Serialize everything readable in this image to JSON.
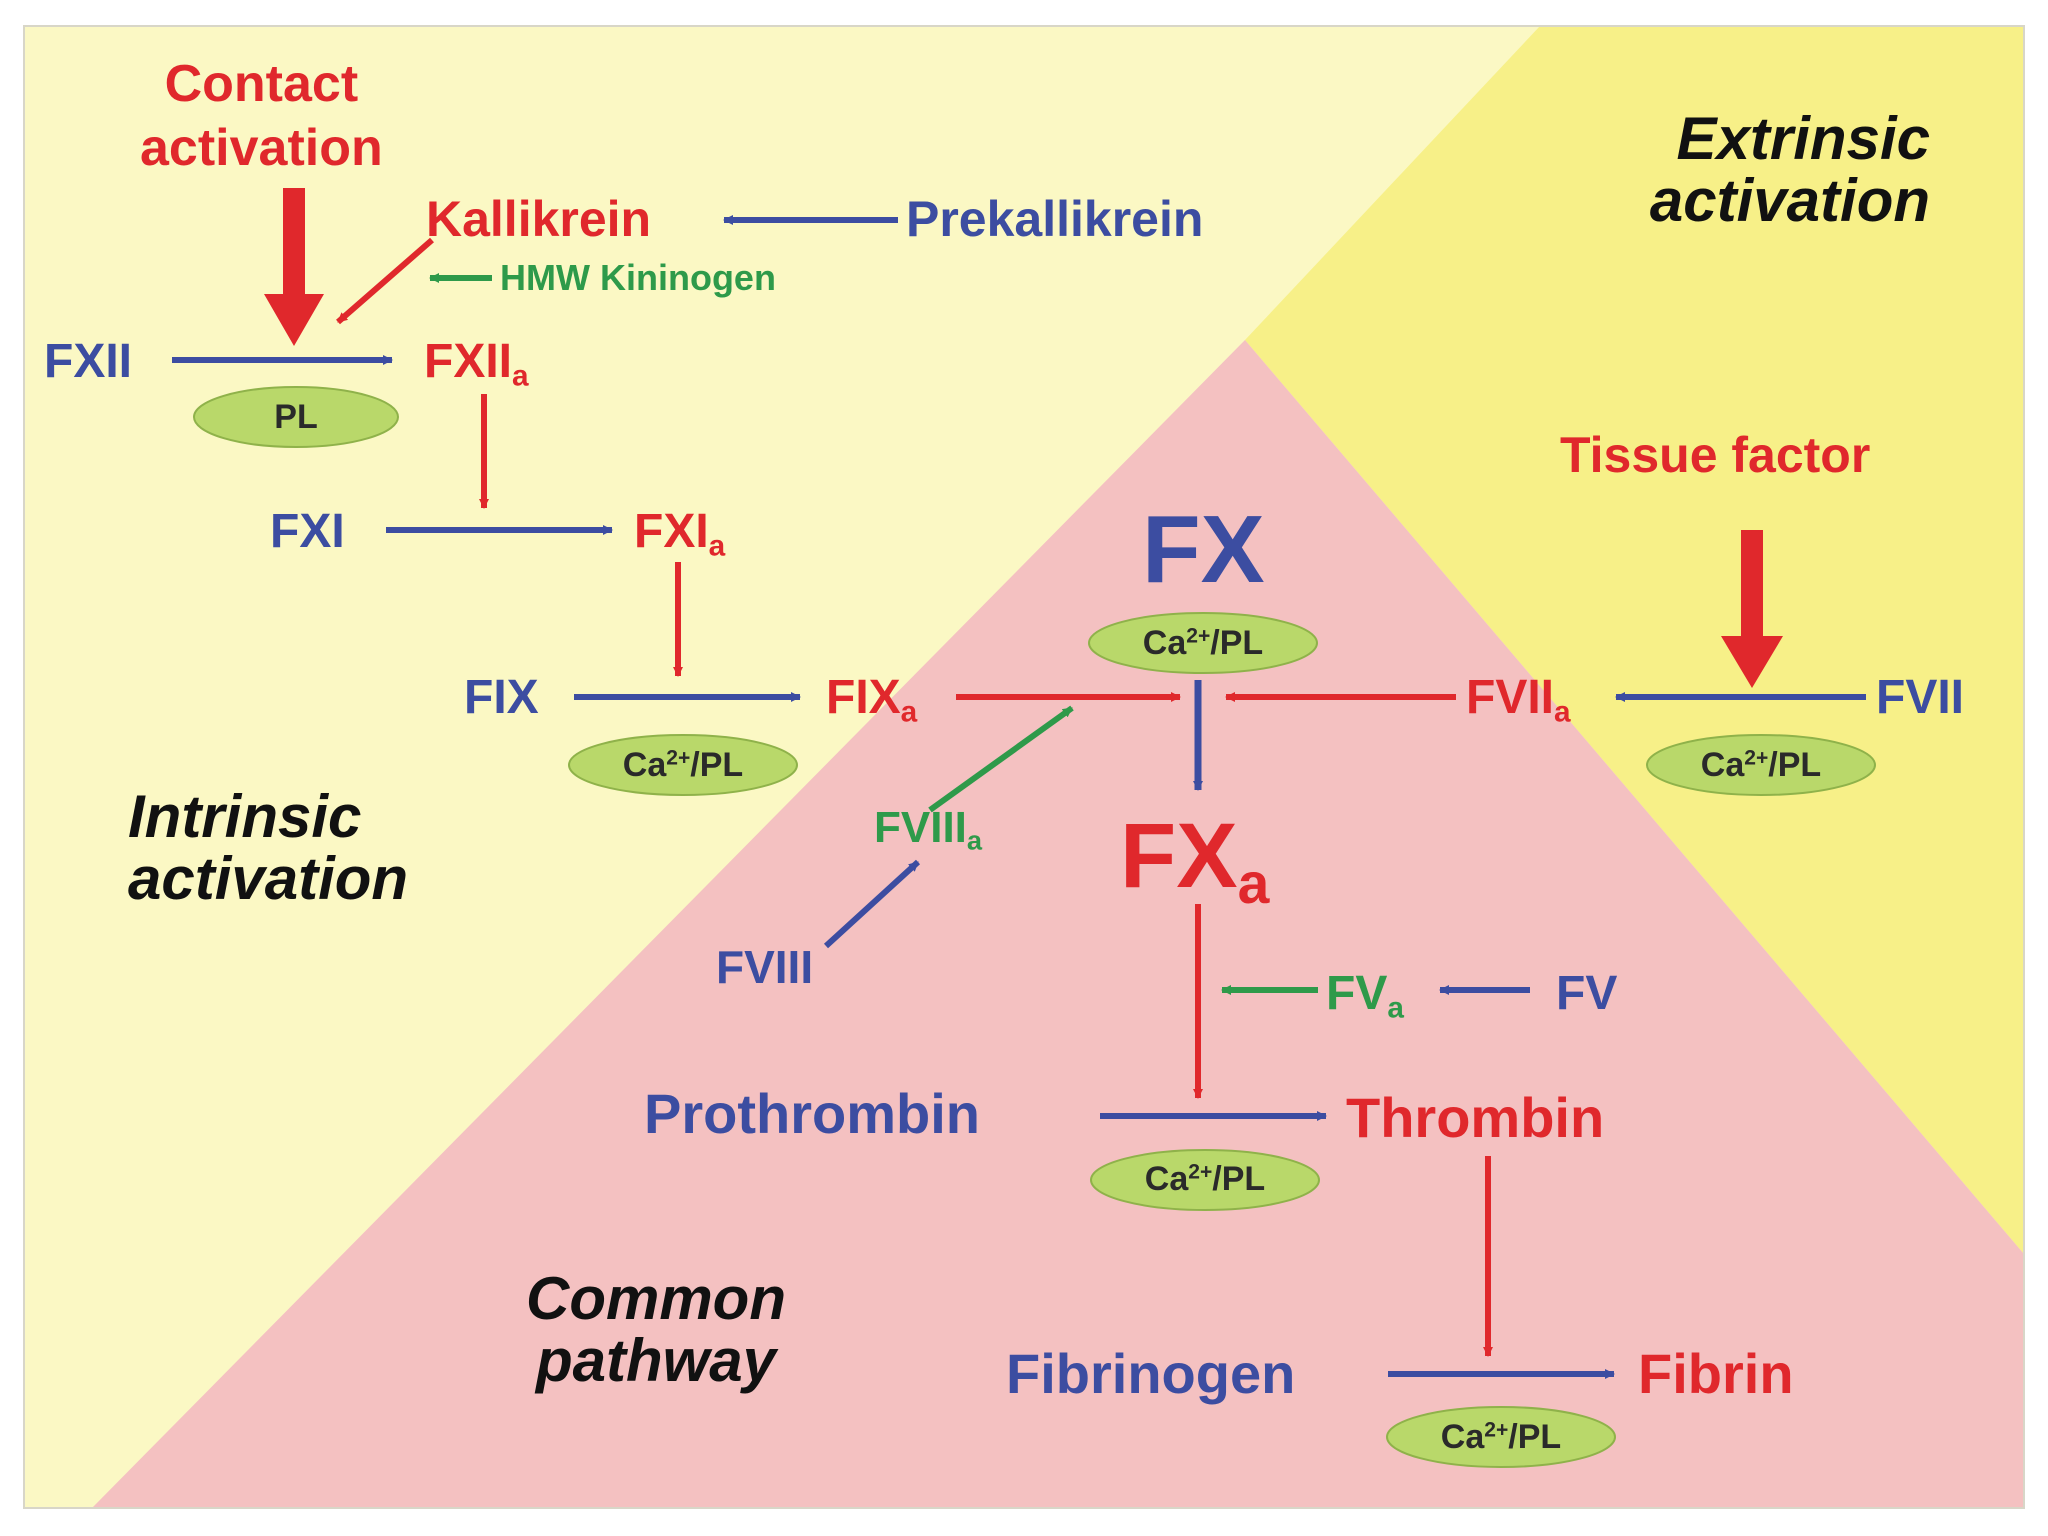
{
  "sections": {
    "contact_activation": [
      "Contact",
      "activation"
    ],
    "extrinsic_activation": [
      "Extrinsic",
      "activation"
    ],
    "intrinsic_activation": [
      "Intrinsic",
      "activation"
    ],
    "common_pathway": [
      "Common",
      "pathway"
    ]
  },
  "factors": {
    "kallikrein": "Kallikrein",
    "prekallikrein": "Prekallikrein",
    "hmw_kininogen": "HMW Kininogen",
    "fxii": "FXII",
    "fxiia": {
      "base": "FXII",
      "sub": "a"
    },
    "fxi": "FXI",
    "fxia": {
      "base": "FXI",
      "sub": "a"
    },
    "fix": "FIX",
    "fixa": {
      "base": "FIX",
      "sub": "a"
    },
    "fviiia": {
      "base": "FVIII",
      "sub": "a"
    },
    "fviii": "FVIII",
    "fx": "FX",
    "fxa": {
      "base": "FX",
      "sub": "a"
    },
    "tissue_factor": "Tissue factor",
    "fviia": {
      "base": "FVII",
      "sub": "a"
    },
    "fvii": "FVII",
    "fva": {
      "base": "FV",
      "sub": "a"
    },
    "fv": "FV",
    "prothrombin": "Prothrombin",
    "thrombin": "Thrombin",
    "fibrinogen": "Fibrinogen",
    "fibrin": "Fibrin"
  },
  "cofactors": {
    "pl": "PL",
    "ca_pl": {
      "base": "Ca",
      "sup": "2+",
      "rest": "/PL"
    }
  },
  "colors": {
    "background_yellow_light": "#fbf8c4",
    "background_yellow": "#f7f088",
    "background_pink": "#f4c1c1",
    "arrow_red": "#e0282c",
    "arrow_blue": "#3c4da1",
    "arrow_green": "#2e9a4a",
    "oval_green": "#b9d86a"
  }
}
